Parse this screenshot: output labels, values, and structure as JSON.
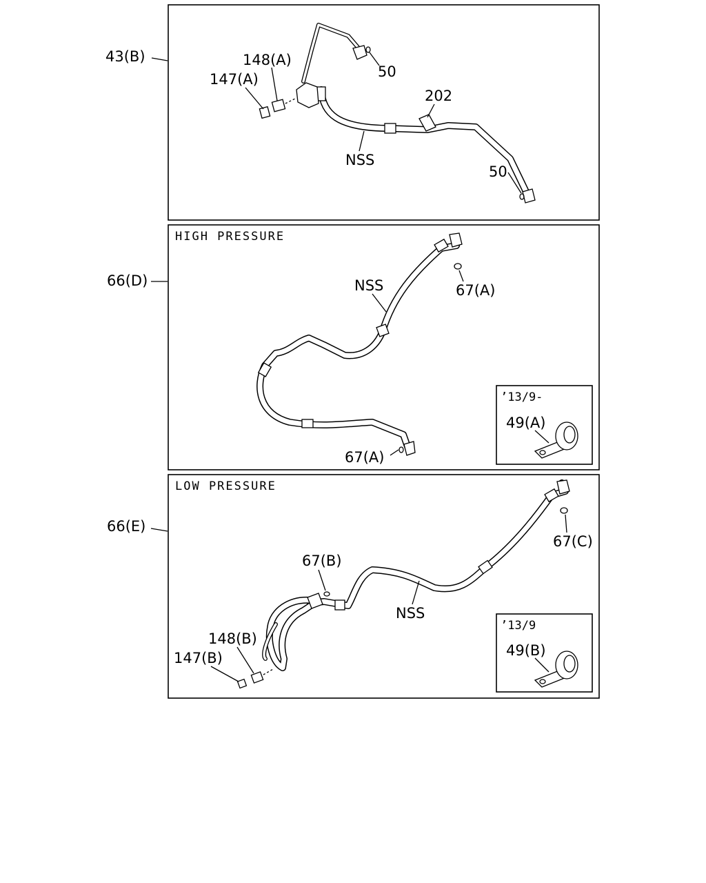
{
  "panels": {
    "top": {
      "callout": "43(B)",
      "labels": {
        "p148a": "148(A)",
        "p147a": "147(A)",
        "p50_upper": "50",
        "p202": "202",
        "nss": "NSS",
        "p50_lower": "50"
      }
    },
    "high": {
      "callout": "66(D)",
      "title": "HIGH PRESSURE",
      "labels": {
        "nss": "NSS",
        "p67a_upper": "67(A)",
        "p67a_lower": "67(A)"
      },
      "inset": {
        "date": "’13/9-",
        "part": "49(A)"
      }
    },
    "low": {
      "callout": "66(E)",
      "title": "LOW PRESSURE",
      "labels": {
        "p67b": "67(B)",
        "p67c": "67(C)",
        "nss": "NSS",
        "p148b": "148(B)",
        "p147b": "147(B)"
      },
      "inset": {
        "date": "’13/9",
        "part": "49(B)"
      }
    }
  }
}
